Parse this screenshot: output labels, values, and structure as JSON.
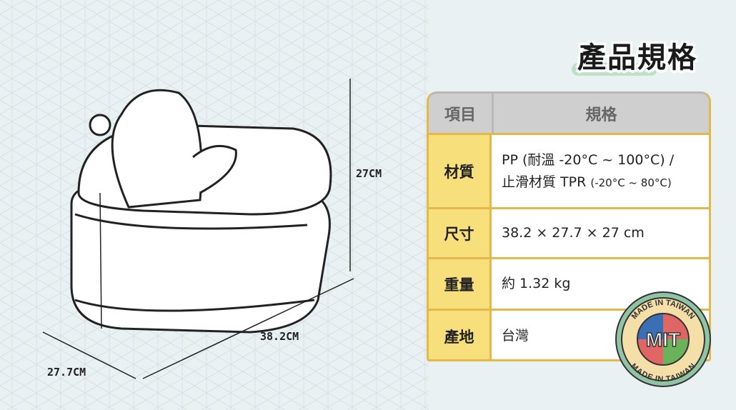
{
  "title": "產品規格",
  "table": {
    "headers": [
      "項目",
      "規格"
    ],
    "rows": [
      {
        "key": "材質",
        "line1": "PP (耐溫 -20°C ~ 100°C) /",
        "line2a": "止滑材質 TPR",
        "line2b": "(-20°C ~ 80°C)"
      },
      {
        "key": "尺寸",
        "line1": "38.2 × 27.7 × 27 cm"
      },
      {
        "key": "重量",
        "line1": "約 1.32 kg"
      },
      {
        "key": "產地",
        "line1": "台灣"
      }
    ]
  },
  "dimensions": {
    "height": "27CM",
    "length": "38.2CM",
    "width": "27.7CM"
  },
  "badge": {
    "top": "MADE IN TAIWAN",
    "center": "MIT",
    "bottom": "MADE IN TAIWAN"
  },
  "colors": {
    "accent": "#e2b84a",
    "key_bg": "#f7df7c",
    "header_bg": "#cfcfcf"
  }
}
